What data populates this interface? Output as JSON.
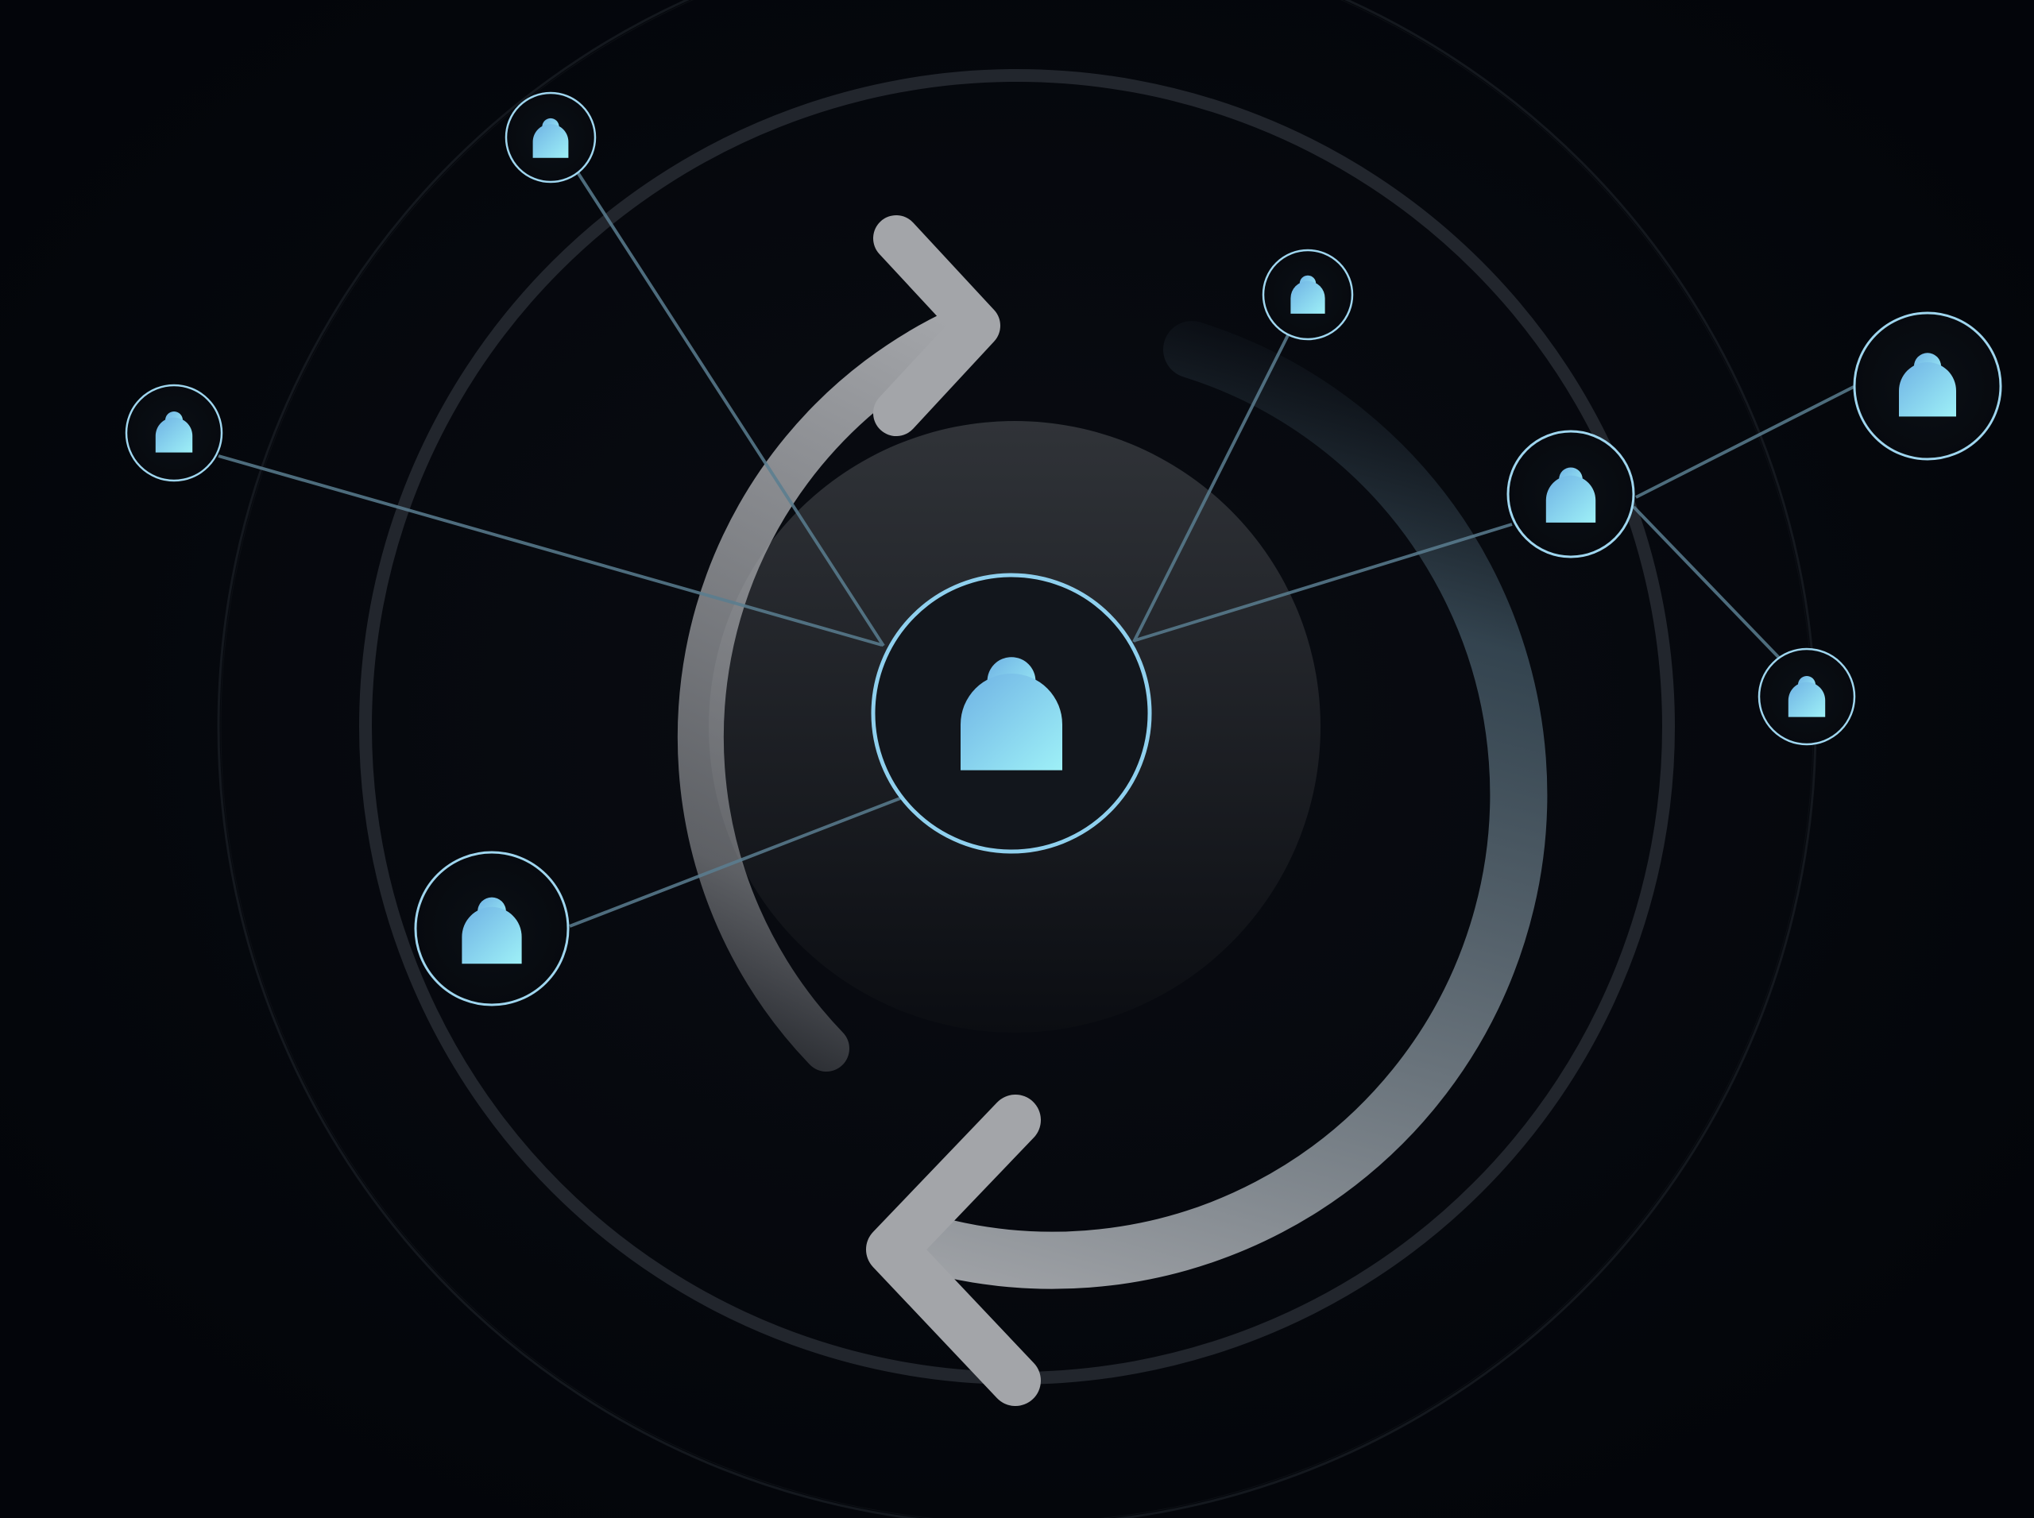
{
  "illustration": {
    "subject": "user-network-sync",
    "colors": {
      "background": "#04060b",
      "ring": "#2a2f37",
      "ring_outer": "#1a1e25",
      "center_disc_top": "#2f3238",
      "center_disc_bottom": "#0d0f14",
      "arrow": "#a2a4a8",
      "arrow_fade": "#3d4f5c",
      "connector": "#5f8597",
      "node_stroke": "#9fd6ef",
      "icon_top": "#76b9e6",
      "icon_bottom": "#98ecf6"
    },
    "center_node": {
      "icon": "user-icon"
    },
    "nodes": [
      {
        "name": "user-node-top-left",
        "icon": "user-icon"
      },
      {
        "name": "user-node-left",
        "icon": "user-icon"
      },
      {
        "name": "user-node-bottom-left",
        "icon": "user-icon"
      },
      {
        "name": "user-node-top-right",
        "icon": "user-icon"
      },
      {
        "name": "user-node-right",
        "icon": "user-icon"
      },
      {
        "name": "user-node-far-right",
        "icon": "user-icon"
      },
      {
        "name": "user-node-lower-right",
        "icon": "user-icon"
      }
    ],
    "arrows": [
      {
        "name": "sync-arrow-top",
        "icon": "chevron-right-icon"
      },
      {
        "name": "sync-arrow-bottom",
        "icon": "chevron-left-icon"
      }
    ]
  }
}
